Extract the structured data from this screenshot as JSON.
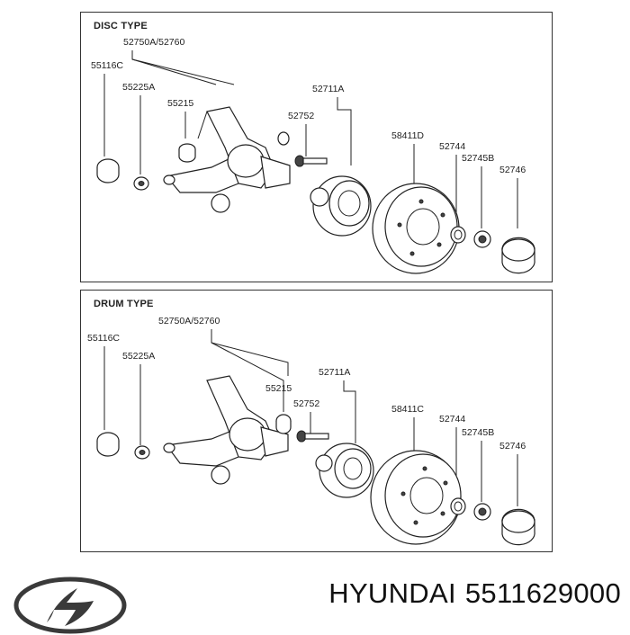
{
  "disc_panel": {
    "title": "DISC TYPE",
    "labels": {
      "l1": "52750A/52760",
      "l2": "55116C",
      "l3": "55225A",
      "l4": "55215",
      "l5": "52711A",
      "l6": "52752",
      "l7": "58411D",
      "l8": "52744",
      "l9": "52745B",
      "l10": "52746"
    }
  },
  "drum_panel": {
    "title": "DRUM TYPE",
    "labels": {
      "l1": "52750A/52760",
      "l2": "55116C",
      "l3": "55225A",
      "l4": "55215",
      "l5": "52711A",
      "l6": "52752",
      "l7": "58411C",
      "l8": "52744",
      "l9": "52745B",
      "l10": "52746"
    }
  },
  "footer": {
    "brand": "HYUNDAI",
    "part_number": "5511629000"
  }
}
